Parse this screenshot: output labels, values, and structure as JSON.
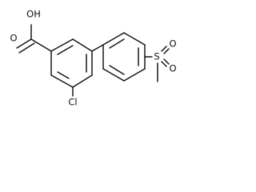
{
  "diagram": {
    "labels": {
      "hydroxyl": "OH",
      "carbonyl_oxygen": "O",
      "chlorine": "Cl",
      "sulfur": "S",
      "sulfonyl_oxygen_top": "O",
      "sulfonyl_oxygen_bottom": "O"
    }
  }
}
